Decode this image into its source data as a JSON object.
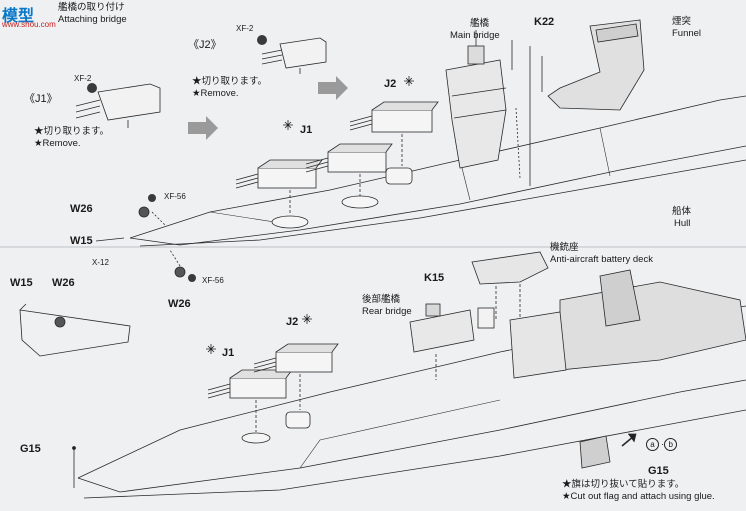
{
  "watermark": {
    "logo_text": "模型",
    "url": "www.shou.com"
  },
  "step_title": {
    "jp": "艦橋の取り付け",
    "en": "Attaching bridge"
  },
  "sub_steps": {
    "j1": "《J1》",
    "j2": "《J2》"
  },
  "cut_notes": {
    "j1_jp": "★切り取ります。",
    "j1_en": "★Remove.",
    "j2_jp": "★切り取ります。",
    "j2_en": "★Remove."
  },
  "parts": {
    "xf2_a": "XF-2",
    "xf2_b": "XF-2",
    "j1_top": "J1",
    "j2_top": "J2",
    "k22": "K22",
    "w26_top": "W26",
    "w15_top": "W15",
    "x12": "X-12",
    "xf56_a": "XF-56",
    "xf56_b": "XF-56",
    "w26_mid": "W26",
    "w15_detail": "W15",
    "w26_detail": "W26",
    "k15": "K15",
    "j2_bottom": "J2",
    "j1_bottom": "J1",
    "g15_left": "G15",
    "g15_right": "G15",
    "glue_a": "a",
    "glue_b": "b"
  },
  "callouts": {
    "main_bridge_jp": "艦橋",
    "main_bridge_en": "Main bridge",
    "funnel_jp": "煙突",
    "funnel_en": "Funnel",
    "hull_jp": "船体",
    "hull_en": "Hull",
    "aa_deck_jp": "機銃座",
    "aa_deck_en": "Anti-aircraft battery deck",
    "rear_bridge_jp": "後部艦橋",
    "rear_bridge_en": "Rear bridge"
  },
  "flag_note": {
    "jp": "★旗は切り抜いて貼ります。",
    "en": "★Cut out flag and attach using glue."
  }
}
